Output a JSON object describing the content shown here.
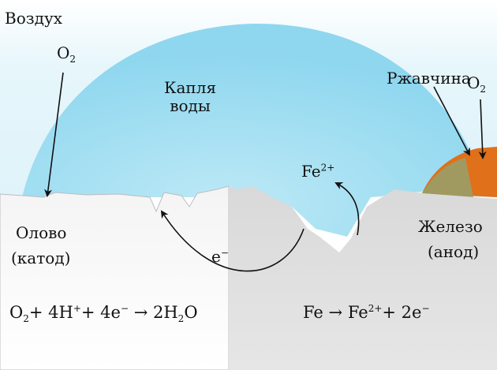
{
  "labels": {
    "air": "Воздух",
    "drop": "Капля\nводы",
    "rust": "Ржавчина",
    "tin": "Олово",
    "cathode": "(катод)",
    "iron": "Железо",
    "anode": "(анод)",
    "electron": "e",
    "electron_charge": "−",
    "fe_ion": "Fe",
    "fe_ion_charge": "2+"
  },
  "o2_left": {
    "main": "O",
    "sub": "2"
  },
  "o2_right": {
    "main": "O",
    "sub": "2"
  },
  "cathode_equation": {
    "o2": "O",
    "o2_sub": "2",
    "plus1": "+ 4H",
    "h_sup": "+",
    "plus2": "+ 4e",
    "e_sup": "−",
    "arrow": "→",
    "product": "2H",
    "product_sub": "2",
    "product_end": "O"
  },
  "anode_equation": {
    "reactant": "Fe",
    "arrow": "→",
    "ion": "Fe",
    "ion_sup": "2+",
    "plus": "+ 2e",
    "e_sup": "−"
  },
  "colors": {
    "sky_top": "#d8f0f8",
    "droplet": "#9fdcf0",
    "tin_metal": "#f2f2f2",
    "iron_metal": "#d8d8d8",
    "rust_orange": "#e0701a",
    "rust_olive": "#a09a60"
  }
}
